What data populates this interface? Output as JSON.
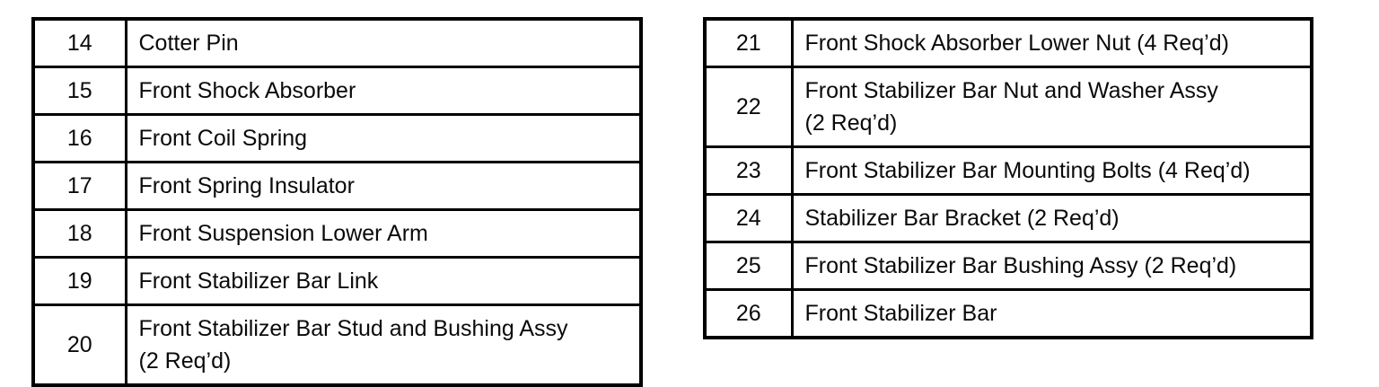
{
  "page": {
    "background": "#ffffff",
    "ink_color": "#0a0a0a",
    "description": "Scanned parts-list legend, two bordered tables"
  },
  "left_table": {
    "rows": [
      {
        "num": "14",
        "desc": "Cotter Pin"
      },
      {
        "num": "15",
        "desc": "Front Shock Absorber"
      },
      {
        "num": "16",
        "desc": "Front Coil Spring"
      },
      {
        "num": "17",
        "desc": "Front Spring Insulator"
      },
      {
        "num": "18",
        "desc": "Front Suspension Lower Arm"
      },
      {
        "num": "19",
        "desc": "Front Stabilizer Bar Link"
      },
      {
        "num": "20",
        "desc": "Front Stabilizer Bar Stud and Bushing Assy\n(2 Req’d)"
      }
    ]
  },
  "right_table": {
    "rows": [
      {
        "num": "21",
        "desc": "Front Shock Absorber Lower Nut (4 Req’d)"
      },
      {
        "num": "22",
        "desc": "Front Stabilizer Bar Nut and Washer Assy\n(2 Req’d)"
      },
      {
        "num": "23",
        "desc": "Front Stabilizer Bar Mounting Bolts (4 Req’d)"
      },
      {
        "num": "24",
        "desc": "Stabilizer Bar Bracket (2 Req’d)"
      },
      {
        "num": "25",
        "desc": "Front Stabilizer Bar Bushing Assy (2 Req’d)"
      },
      {
        "num": "26",
        "desc": "Front Stabilizer Bar"
      }
    ]
  }
}
